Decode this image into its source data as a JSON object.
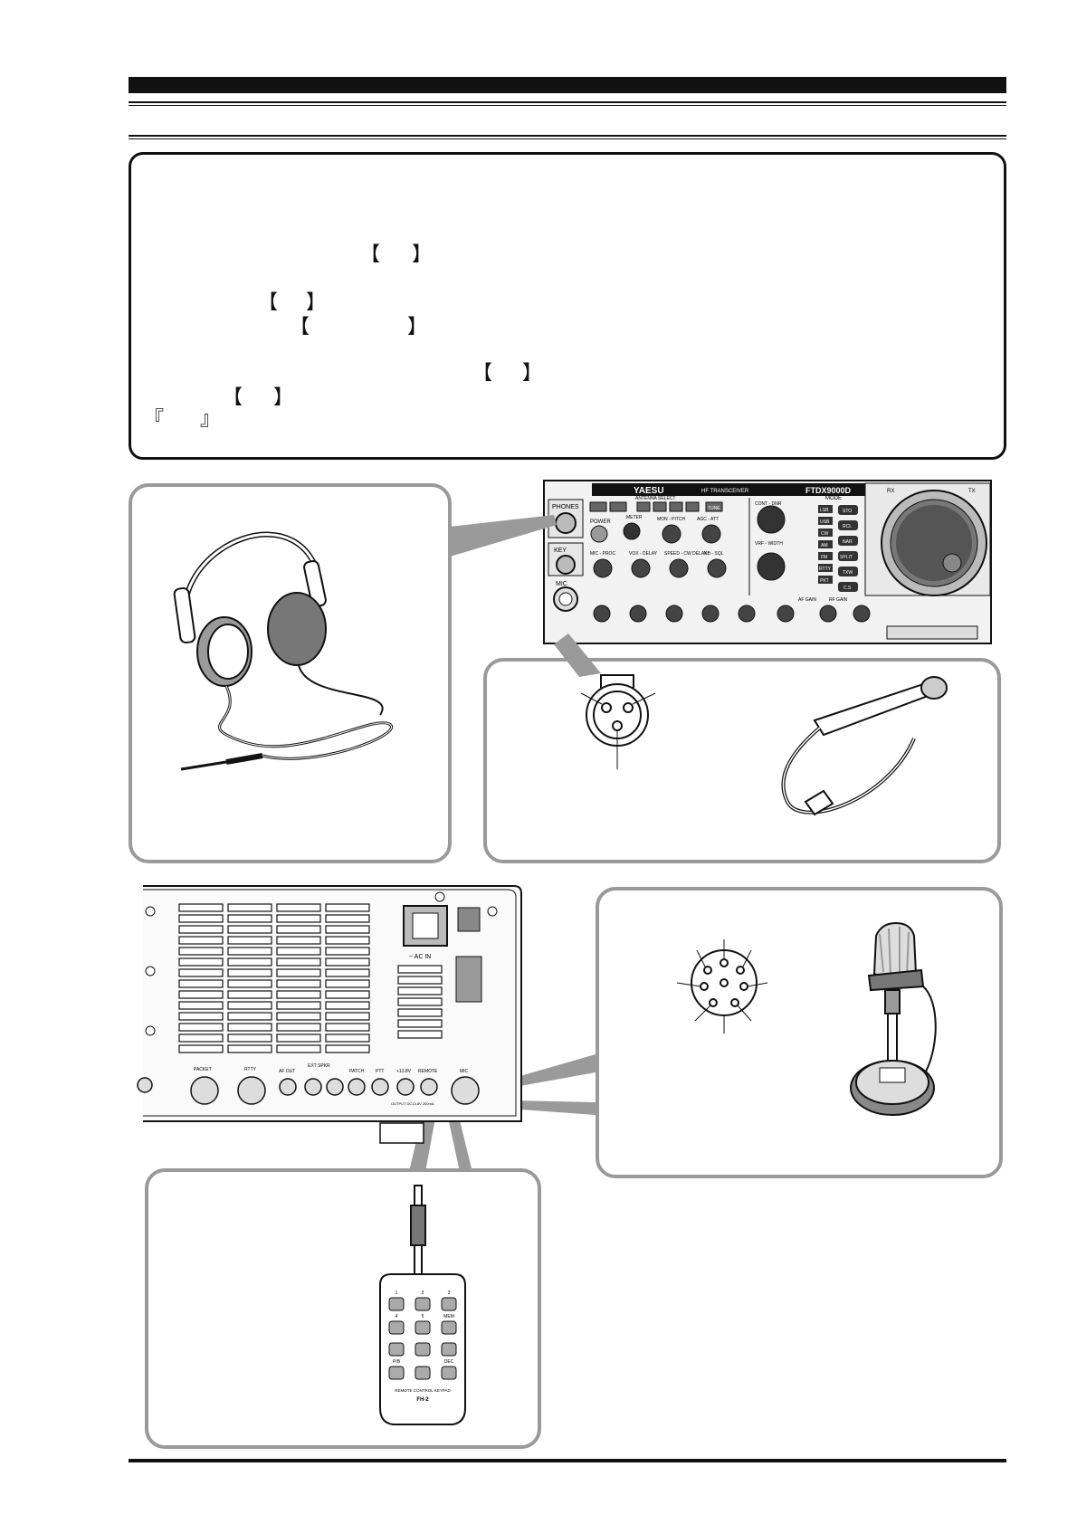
{
  "front_panel": {
    "brand": "YAESU",
    "product_line": "HF TRANSCEIVER",
    "model": "FTDX9000D",
    "labels": {
      "phones": "PHONES",
      "key": "KEY",
      "mic": "MIC",
      "power": "POWER",
      "meter": "METER",
      "mon_pitch": "MON - PITCH",
      "agc_att": "AGC - ATT",
      "mic_proc": "MIC - PROC",
      "vox_delay": "VOX - DELAY",
      "speed_cwdelay": "SPEED - CW DELAY",
      "nb_sql": "NB - SQL",
      "antenna_select": "ANTENNA SELECT",
      "tune": "TUNE",
      "cont_dnr": "CONT - DNR",
      "vrf_width": "VRF - WIDTH",
      "rf_gain": "RF GAIN",
      "af_gain": "AF GAIN",
      "mode": "MODE",
      "rx": "RX",
      "tx": "TX",
      "mode_keys": [
        "LSB",
        "USB",
        "CW",
        "AM",
        "FM",
        "RTTY",
        "PKT"
      ],
      "memory_keys": [
        "STO",
        "RCL",
        "NAR",
        "SPLIT",
        "TXW",
        "C.S"
      ]
    }
  },
  "rear_panel": {
    "ac_in": "~ AC IN",
    "jacks": [
      "PACKET",
      "RTTY",
      "AF OUT",
      "EXT SPKR",
      "PATCH",
      "PTT",
      "+13.8V",
      "REMOTE",
      "MIC"
    ],
    "dc_note": "OUTPUT DC13.8V 200mA"
  },
  "remote_keypad": {
    "keys": [
      "1",
      "2",
      "3",
      "4",
      "5",
      "MEM",
      "P/B",
      "DEC"
    ],
    "caption": "REMOTE CONTROL KEYPAD",
    "model": "FH-2"
  }
}
